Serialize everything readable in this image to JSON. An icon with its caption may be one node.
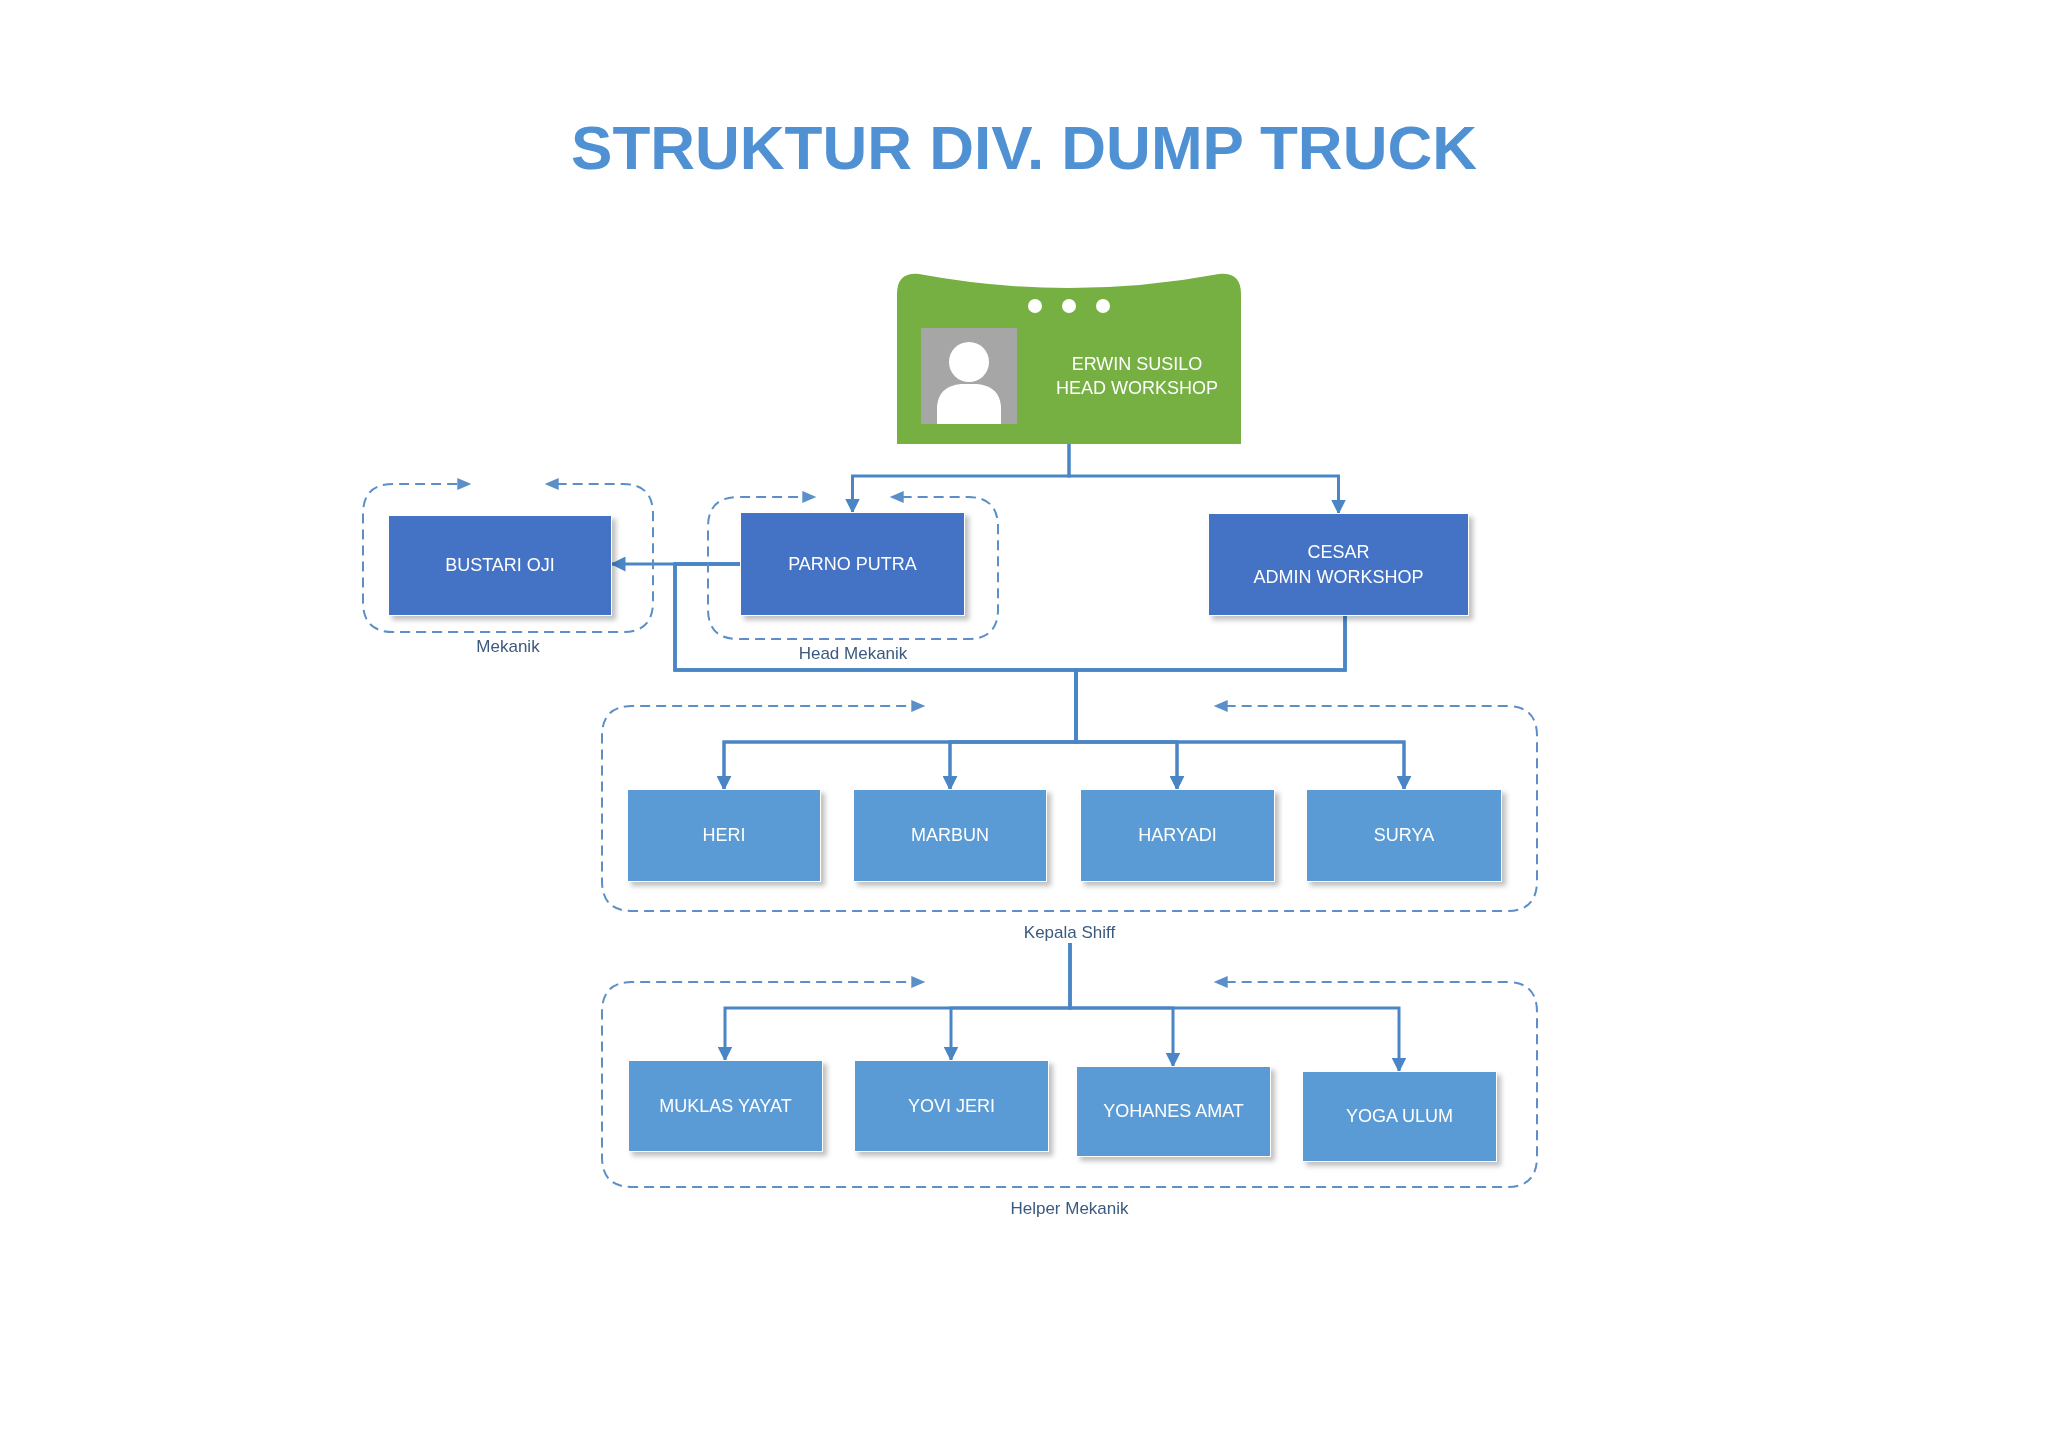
{
  "diagram": {
    "title": "STRUKTUR DIV. DUMP TRUCK",
    "nodes": [
      {
        "text": [
          "ERWIN SUSILO",
          "HEAD WORKSHOP"
        ]
      },
      {
        "text": [
          "Mekanik"
        ]
      },
      {
        "text": [
          "BUSTARI OJI"
        ],
        "in": 1
      },
      {
        "text": [
          "Head Mekanik"
        ]
      },
      {
        "text": [
          "PARNO PUTRA"
        ],
        "in": 3
      },
      {
        "text": [
          "CESAR",
          "ADMIN WORKSHOP"
        ]
      },
      {
        "text": [
          "Kepala Shiff"
        ]
      },
      {
        "text": [
          "HERI"
        ],
        "in": 6
      },
      {
        "text": [
          "MARBUN"
        ],
        "in": 6
      },
      {
        "text": [
          "HARYADI"
        ],
        "in": 6
      },
      {
        "text": [
          "SURYA"
        ],
        "in": 6
      },
      {
        "text": [
          "Helper Mekanik"
        ]
      },
      {
        "text": [
          "MUKLAS YAYAT"
        ],
        "in": 11
      },
      {
        "text": [
          "YOVI JERI"
        ],
        "in": 11
      },
      {
        "text": [
          "YOHANES AMAT"
        ],
        "in": 11
      },
      {
        "text": [
          "YOGA ULUM"
        ],
        "in": 11
      }
    ],
    "edges": [
      {
        "from": 0,
        "to": 4,
        "arrow": "to"
      },
      {
        "from": 0,
        "to": 5,
        "arrow": "to"
      },
      {
        "from": 4,
        "to": 2,
        "arrow": "to"
      },
      {
        "from": 4,
        "to": 7,
        "arrow": "to"
      },
      {
        "from": 4,
        "to": 8,
        "arrow": "to"
      },
      {
        "from": 4,
        "to": 9,
        "arrow": "to"
      },
      {
        "from": 4,
        "to": 10,
        "arrow": "to"
      },
      {
        "from": 5,
        "to": 7,
        "arrow": "to"
      },
      {
        "from": 5,
        "to": 8,
        "arrow": "to"
      },
      {
        "from": 5,
        "to": 9,
        "arrow": "to"
      },
      {
        "from": 5,
        "to": 10,
        "arrow": "to"
      },
      {
        "from": 6,
        "to": 12,
        "arrow": "to"
      },
      {
        "from": 6,
        "to": 13,
        "arrow": "to"
      },
      {
        "from": 6,
        "to": 14,
        "arrow": "to"
      },
      {
        "from": 6,
        "to": 15,
        "arrow": "to"
      }
    ]
  }
}
